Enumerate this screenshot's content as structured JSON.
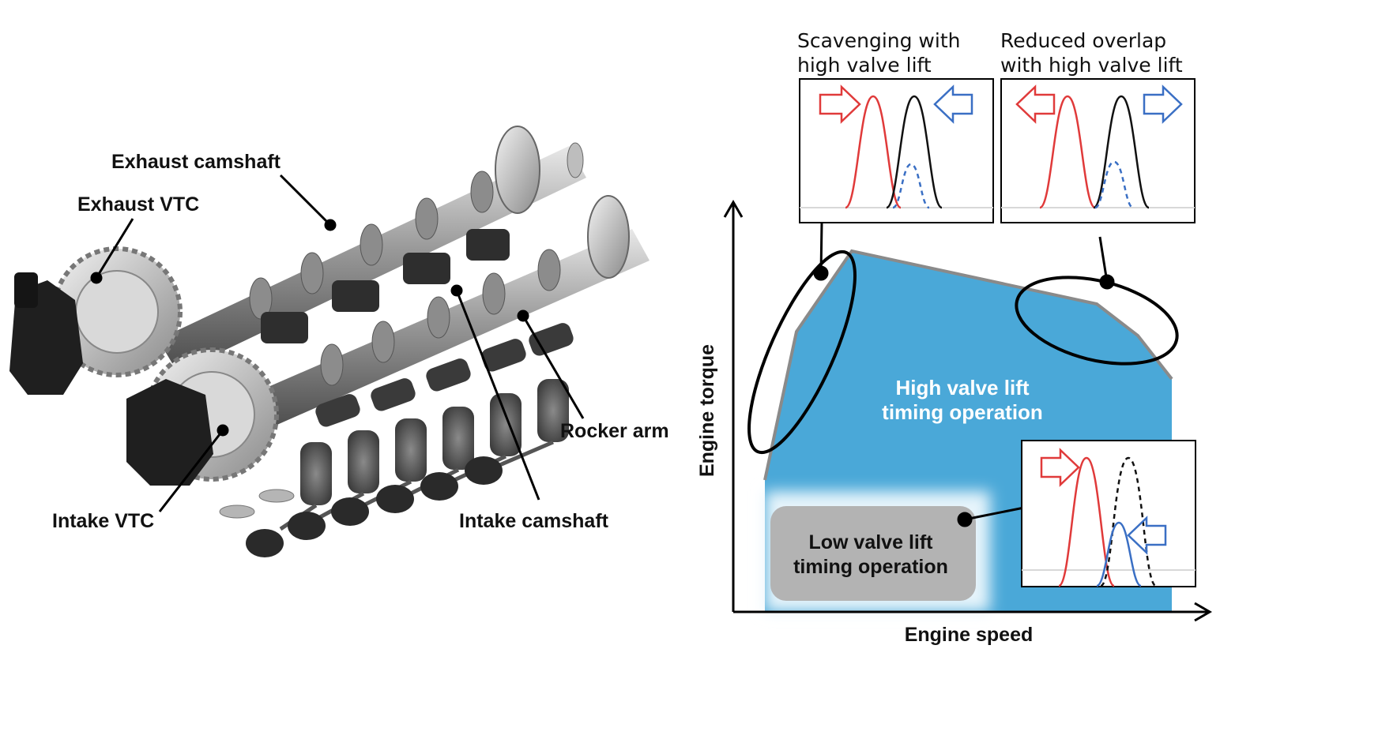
{
  "left_panel": {
    "labels": {
      "exhaust_camshaft": "Exhaust camshaft",
      "exhaust_vtc": "Exhaust VTC",
      "intake_vtc": "Intake VTC",
      "intake_camshaft": "Intake camshaft",
      "rocker_arm": "Rocker arm"
    }
  },
  "right_panel": {
    "y_axis_label": "Engine torque",
    "x_axis_label": "Engine speed",
    "high_region_label_line1": "High valve lift",
    "high_region_label_line2": "timing operation",
    "low_region_label_line1": "Low valve lift",
    "low_region_label_line2": "timing operation",
    "inset_scavenging_title_line1": "Scavenging with",
    "inset_scavenging_title_line2": "high valve lift",
    "inset_overlap_title_line1": "Reduced overlap",
    "inset_overlap_title_line2": "with high valve lift",
    "colors": {
      "region_fill": "#4aa8d8",
      "exhaust_curve": "#e03a3a",
      "intake_curve": "#111111",
      "low_lift_curve": "#3a6fc4"
    }
  }
}
